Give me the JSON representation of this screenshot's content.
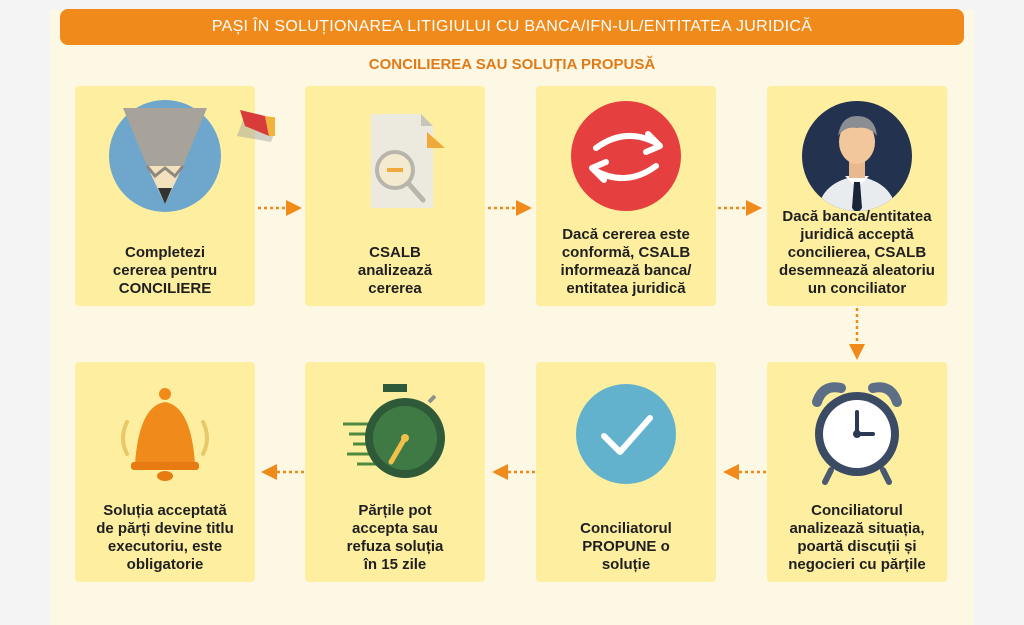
{
  "header": {
    "title": "PAȘI ÎN SOLUȚIONAREA LITIGIULUI CU BANCA/IFN-UL/ENTITATEA JURIDICĂ"
  },
  "subtitle": "CONCILIEREA SAU SOLUȚIA PROPUSĂ",
  "colors": {
    "accent": "#f08a1a",
    "card": "#fdeea0",
    "panel": "#fdf8e4"
  },
  "steps": [
    {
      "icon": "pencil-icon",
      "lines": [
        "Completezi",
        "cererea pentru",
        "CONCILIERE"
      ]
    },
    {
      "icon": "document-magnifier-icon",
      "lines": [
        "CSALB",
        "analizează",
        "cererea"
      ]
    },
    {
      "icon": "exchange-arrows-icon",
      "lines": [
        "Dacă cererea este",
        "conformă, CSALB",
        "informează banca/",
        "entitatea juridică"
      ]
    },
    {
      "icon": "person-avatar-icon",
      "lines": [
        "Dacă banca/entitatea",
        "juridică acceptă",
        "concilierea, CSALB",
        "desemnează aleatoriu",
        "un conciliator"
      ]
    },
    {
      "icon": "alarm-clock-icon",
      "lines": [
        "Conciliatorul",
        "analizează situația,",
        "poartă discuții și",
        "negocieri cu părțile"
      ]
    },
    {
      "icon": "checkmark-icon",
      "lines": [
        "Conciliatorul",
        "PROPUNE o",
        "soluție"
      ]
    },
    {
      "icon": "stopwatch-icon",
      "lines": [
        "Părțile pot",
        "accepta sau",
        "refuza soluția",
        "în 15 zile"
      ]
    },
    {
      "icon": "bell-icon",
      "lines": [
        "Soluția acceptată",
        "de părți devine titlu",
        "executoriu, este",
        "obligatorie"
      ]
    }
  ]
}
